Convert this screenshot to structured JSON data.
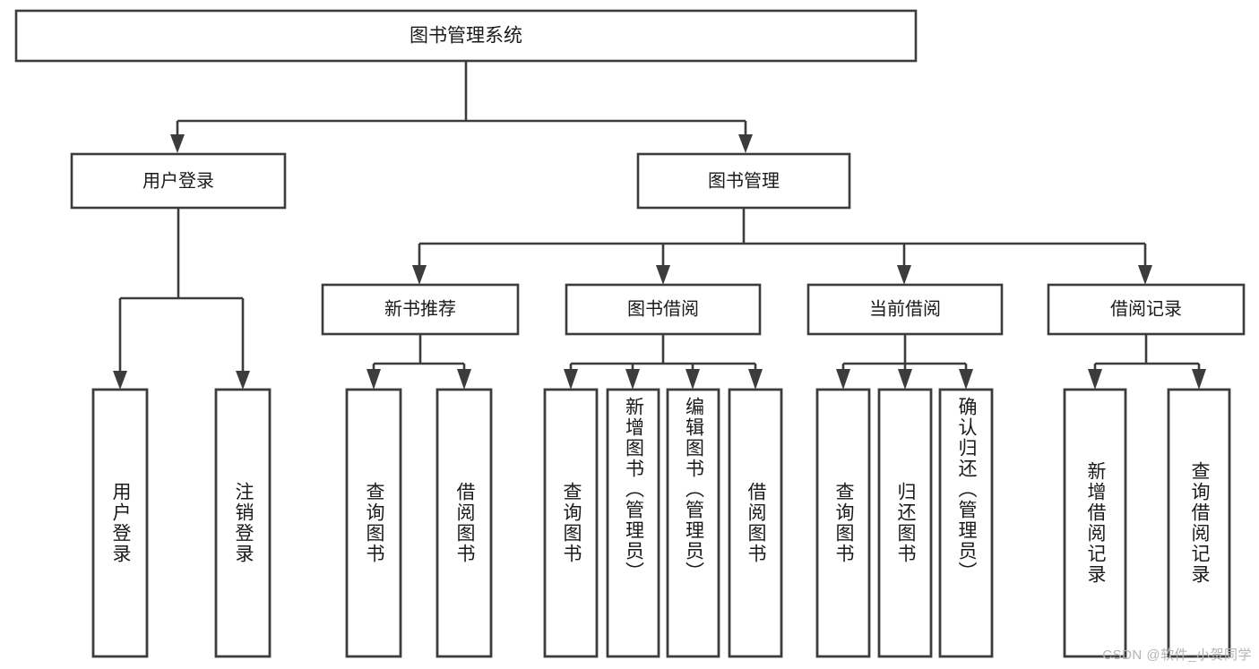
{
  "diagram": {
    "type": "hierarchy-tree",
    "title": "图书管理系统",
    "root": {
      "label": "图书管理系统",
      "level": 0
    },
    "level1": [
      {
        "label": "用户登录"
      },
      {
        "label": "图书管理"
      }
    ],
    "level2": [
      {
        "label": "新书推荐",
        "parent": "图书管理"
      },
      {
        "label": "图书借阅",
        "parent": "图书管理"
      },
      {
        "label": "当前借阅",
        "parent": "图书管理"
      },
      {
        "label": "借阅记录",
        "parent": "图书管理"
      }
    ],
    "leaves": {
      "user_login": [
        {
          "label": "用户登录"
        },
        {
          "label": "注销登录"
        }
      ],
      "new_book_recommend": [
        {
          "label": "查询图书"
        },
        {
          "label": "借阅图书"
        }
      ],
      "book_borrow": [
        {
          "label": "查询图书"
        },
        {
          "label": "新增图书（管理员）"
        },
        {
          "label": "编辑图书（管理员）"
        },
        {
          "label": "借阅图书"
        }
      ],
      "current_borrow": [
        {
          "label": "查询图书"
        },
        {
          "label": "归还图书"
        },
        {
          "label": "确认归还（管理员）"
        }
      ],
      "borrow_record": [
        {
          "label": "新增借阅记录"
        },
        {
          "label": "查询借阅记录"
        }
      ]
    }
  },
  "watermark": {
    "text": "CSDN @软件_小贺同学"
  },
  "colors": {
    "stroke": "#3c3c3c",
    "box_fill": "#ffffff",
    "text": "#1a1a1a",
    "background": "#ffffff",
    "watermark": "#b4b4b4"
  }
}
